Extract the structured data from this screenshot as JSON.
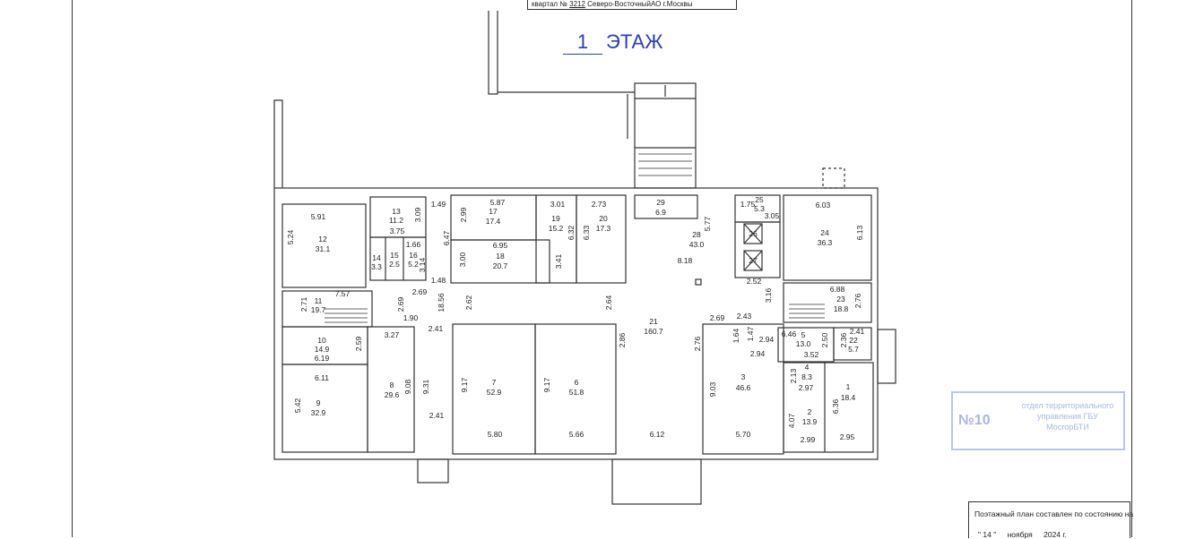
{
  "header": {
    "quarter_label": "квартал №",
    "quarter_number": "3212",
    "district": "Северо-Восточный",
    "city": "АО г.Москвы"
  },
  "floor": {
    "number": "1",
    "label": "ЭТАЖ"
  },
  "rooms": [
    {
      "id": "1",
      "area": "18.4"
    },
    {
      "id": "2",
      "area": "13.9"
    },
    {
      "id": "3",
      "area": "46.6"
    },
    {
      "id": "4",
      "area": "8.3"
    },
    {
      "id": "5",
      "area": "13.0"
    },
    {
      "id": "6",
      "area": "51.8"
    },
    {
      "id": "7",
      "area": "52.9"
    },
    {
      "id": "8",
      "area": "29.6"
    },
    {
      "id": "9",
      "area": "32.9"
    },
    {
      "id": "10",
      "area": "14.9"
    },
    {
      "id": "11",
      "area": "19.7"
    },
    {
      "id": "12",
      "area": "31.1"
    },
    {
      "id": "13",
      "area": "11.2"
    },
    {
      "id": "14",
      "area": "3.3"
    },
    {
      "id": "15",
      "area": "2.5"
    },
    {
      "id": "16",
      "area": "5.2"
    },
    {
      "id": "17",
      "area": "17.4"
    },
    {
      "id": "18",
      "area": "20.7"
    },
    {
      "id": "19",
      "area": "15.2"
    },
    {
      "id": "20",
      "area": "17.3"
    },
    {
      "id": "21",
      "area": "160.7"
    },
    {
      "id": "22",
      "area": "5.7"
    },
    {
      "id": "23",
      "area": "18.8"
    },
    {
      "id": "24",
      "area": "36.3"
    },
    {
      "id": "25",
      "area": "5.3"
    },
    {
      "id": "28",
      "area": "43.0"
    },
    {
      "id": "29",
      "area": "6.9"
    }
  ],
  "elevators": [
    "26",
    "27"
  ],
  "dimensions": [
    "5.91",
    "5.24",
    "3.09",
    "3.75",
    "1.49",
    "2.99",
    "5.87",
    "3.01",
    "2.73",
    "6.47",
    "1.66",
    "3.14",
    "6.95",
    "3.00",
    "3.41",
    "6.32",
    "6.33",
    "5.77",
    "1.75",
    "3.05",
    "6.03",
    "6.13",
    "8.18",
    "2.52",
    "3.16",
    "6.88",
    "2.76",
    "1.48",
    "2.69",
    "18.56",
    "2.62",
    "2.64",
    "2.69",
    "2.43",
    "2.71",
    "7.57",
    "2.69",
    "1.90",
    "2.41",
    "2.86",
    "2.76",
    "1.64",
    "1.47",
    "2.94",
    "6.46",
    "2.50",
    "2.41",
    "2.36",
    "3.52",
    "2.94",
    "3.27",
    "2.59",
    "6.19",
    "2.13",
    "2.97",
    "6.11",
    "9.08",
    "9.31",
    "9.17",
    "9.17",
    "9.03",
    "4.07",
    "6.36",
    "5.42",
    "2.41",
    "5.80",
    "5.66",
    "6.12",
    "5.70",
    "2.99",
    "2.95"
  ],
  "stamp": {
    "number": "№10",
    "text": "отдел территориального управления ГБУ МосгорБТИ"
  },
  "note": {
    "line1": "Поэтажный план составлен по состоянию на",
    "day": "\" 14 \"",
    "month": "ноября",
    "year": "2024 г."
  },
  "colors": {
    "title": "#2a3fb8",
    "lines": "#333333",
    "stamp": "#b9c6e6"
  }
}
